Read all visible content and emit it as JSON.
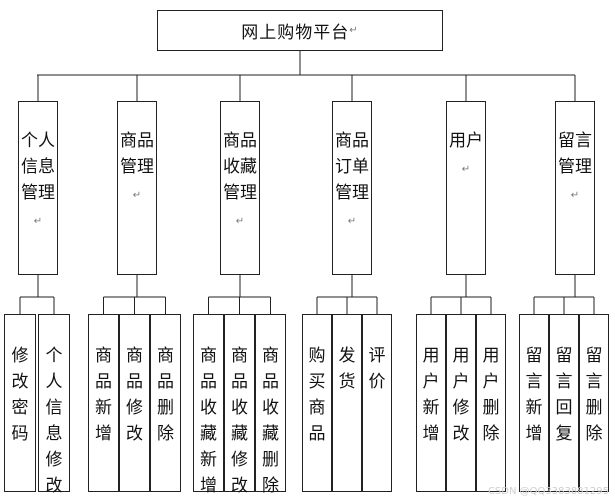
{
  "root": {
    "label": "网上购物平台",
    "mark": "↵"
  },
  "modules": [
    {
      "label": "个人信息管理",
      "mark": "↵",
      "children": [
        {
          "label": "修改密码"
        },
        {
          "label": "个人信息修改"
        }
      ]
    },
    {
      "label": "商品管理",
      "mark": "↵",
      "children": [
        {
          "label": "商品新增"
        },
        {
          "label": "商品修改"
        },
        {
          "label": "商品删除"
        }
      ]
    },
    {
      "label": "商品收藏管理",
      "mark": "↵",
      "children": [
        {
          "label": "商品收藏新增"
        },
        {
          "label": "商品收藏修改"
        },
        {
          "label": "商品收藏删除"
        }
      ]
    },
    {
      "label": "商品订单管理",
      "mark": "↵",
      "children": [
        {
          "label": "购买商品"
        },
        {
          "label": "发货"
        },
        {
          "label": "评价"
        }
      ]
    },
    {
      "label": "用户",
      "mark": "↵",
      "children": [
        {
          "label": "用户新增"
        },
        {
          "label": "用户修改"
        },
        {
          "label": "用户删除"
        }
      ]
    },
    {
      "label": "留言管理",
      "mark": "↵",
      "children": [
        {
          "label": "留言新增"
        },
        {
          "label": "留言回复"
        },
        {
          "label": "留言删除"
        }
      ]
    }
  ],
  "watermark": "CSDN @QQ3383881295",
  "colors": {
    "line": "#222222",
    "background": "#ffffff"
  }
}
